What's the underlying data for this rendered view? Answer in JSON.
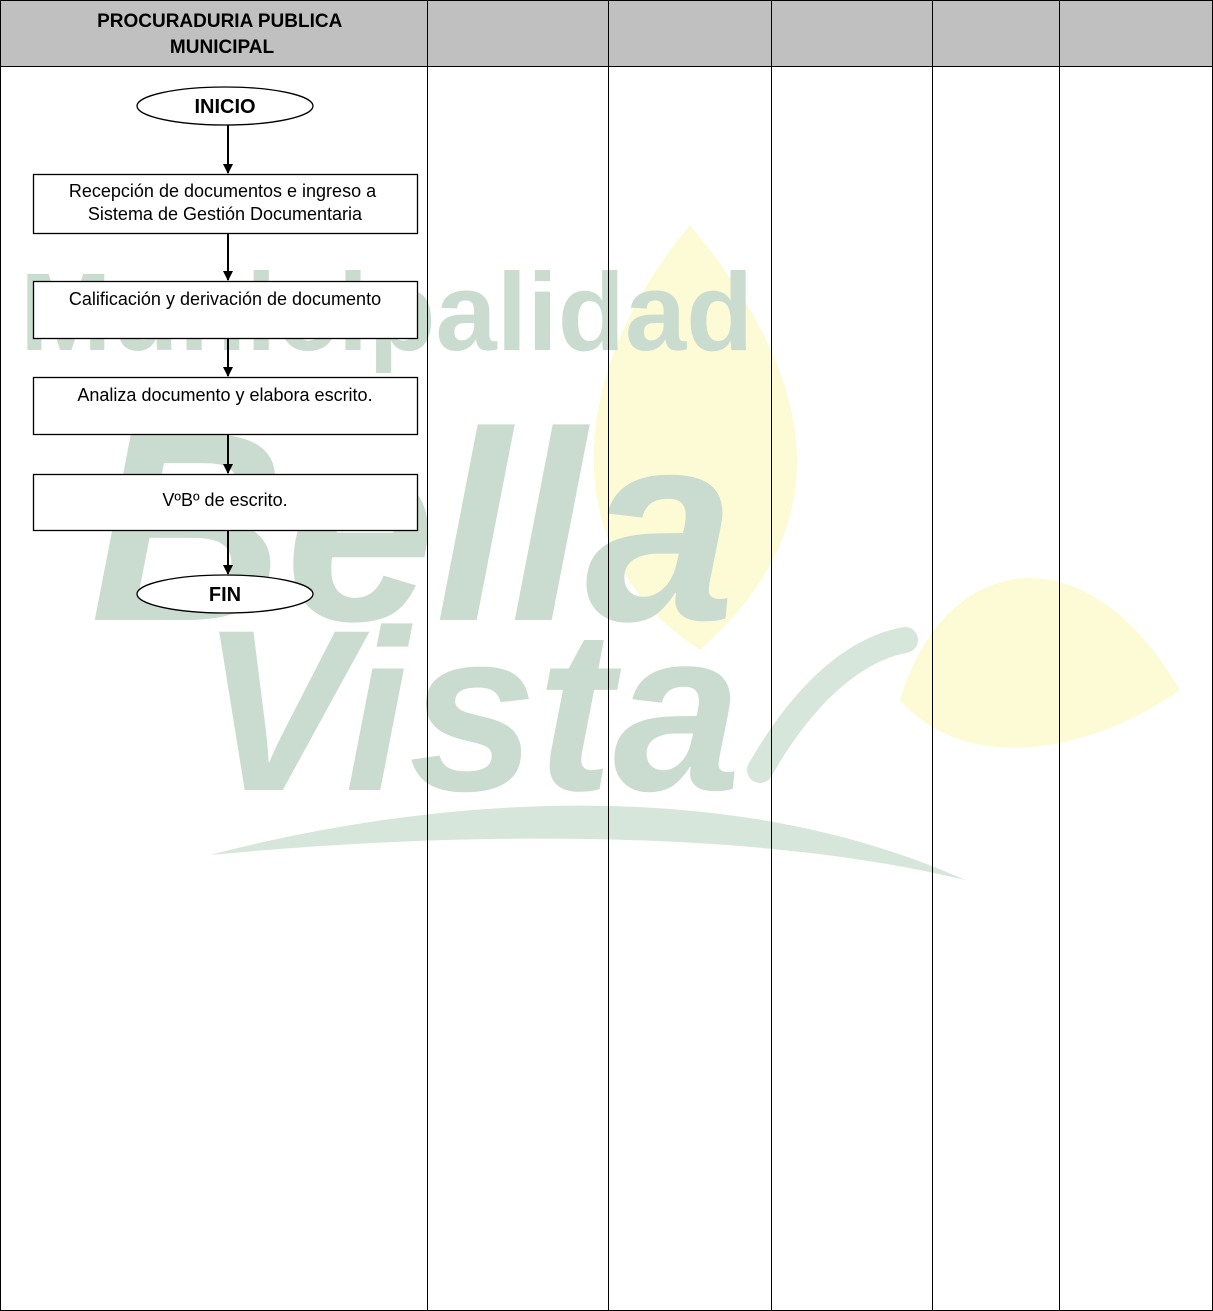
{
  "header": {
    "lane_1_lines": [
      "PROCURADURIA PUBLICA",
      "MUNICIPAL"
    ],
    "lane_2": "",
    "lane_3": "",
    "lane_4": "",
    "lane_5": "",
    "lane_6": ""
  },
  "watermark": {
    "lines": [
      "Municipalidad",
      "Bella",
      "Vista"
    ],
    "colors": {
      "text": "#c9dccf",
      "leaf": "#fdfbd6",
      "swoosh": "#d6e6da"
    }
  },
  "flow": {
    "start": "INICIO",
    "steps": [
      [
        "Recepción de documentos e ingreso a",
        "Sistema de Gestión Documentaria"
      ],
      [
        "Calificación y derivación de documento"
      ],
      [
        "Analiza documento y elabora escrito."
      ],
      [
        "VºBº de escrito."
      ]
    ],
    "end": "FIN"
  },
  "colors": {
    "header_bg": "#c0c0c0",
    "border": "#000000",
    "page_bg": "#ffffff"
  }
}
